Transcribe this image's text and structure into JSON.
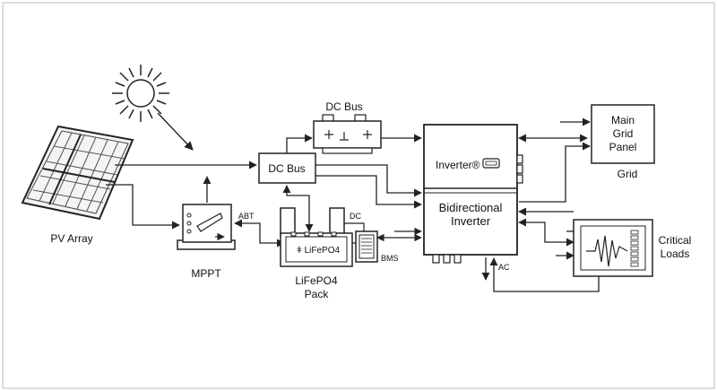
{
  "labels": {
    "pv_array": "PV Array",
    "mppt": "MPPT",
    "abt": "ABT",
    "dc_bus_top": "DC Bus",
    "dc_bus_mid": "DC Bus",
    "dc": "DC",
    "battery_inner": "LiFePO4",
    "battery_caption_1": "LiFePO4",
    "battery_caption_2": "Pack",
    "bms": "BMS",
    "inverter_brand": "Inverter®",
    "inverter_title_1": "Bidirectional",
    "inverter_title_2": "Inverter",
    "ac": "AC",
    "grid_panel_1": "Main",
    "grid_panel_2": "Grid",
    "grid_panel_3": "Panel",
    "grid": "Grid",
    "critical_1": "Critical",
    "critical_2": "Loads"
  },
  "colors": {
    "stroke": "#222222",
    "background": "#ffffff"
  },
  "icons": [
    "sun-icon",
    "solar-panel-icon",
    "mppt-controller-icon",
    "battery-icon",
    "bms-icon",
    "inverter-icon",
    "load-monitor-icon"
  ]
}
